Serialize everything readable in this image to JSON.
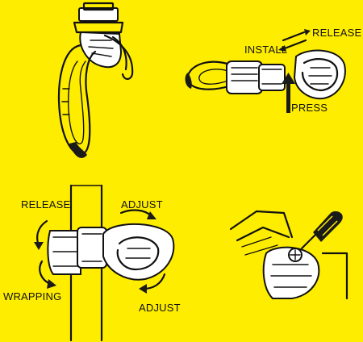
{
  "panels": {
    "install": {
      "install_label": "INSTALL",
      "release_label": "RELEASE",
      "press_label": "PRESS"
    },
    "mount": {
      "release_label": "RELEASE",
      "adjust_top_label": "ADJUST",
      "wrapping_label": "WRAPPING",
      "adjust_bottom_label": "ADJUST"
    }
  },
  "colors": {
    "background": "#ffed00",
    "line": "#111111"
  }
}
